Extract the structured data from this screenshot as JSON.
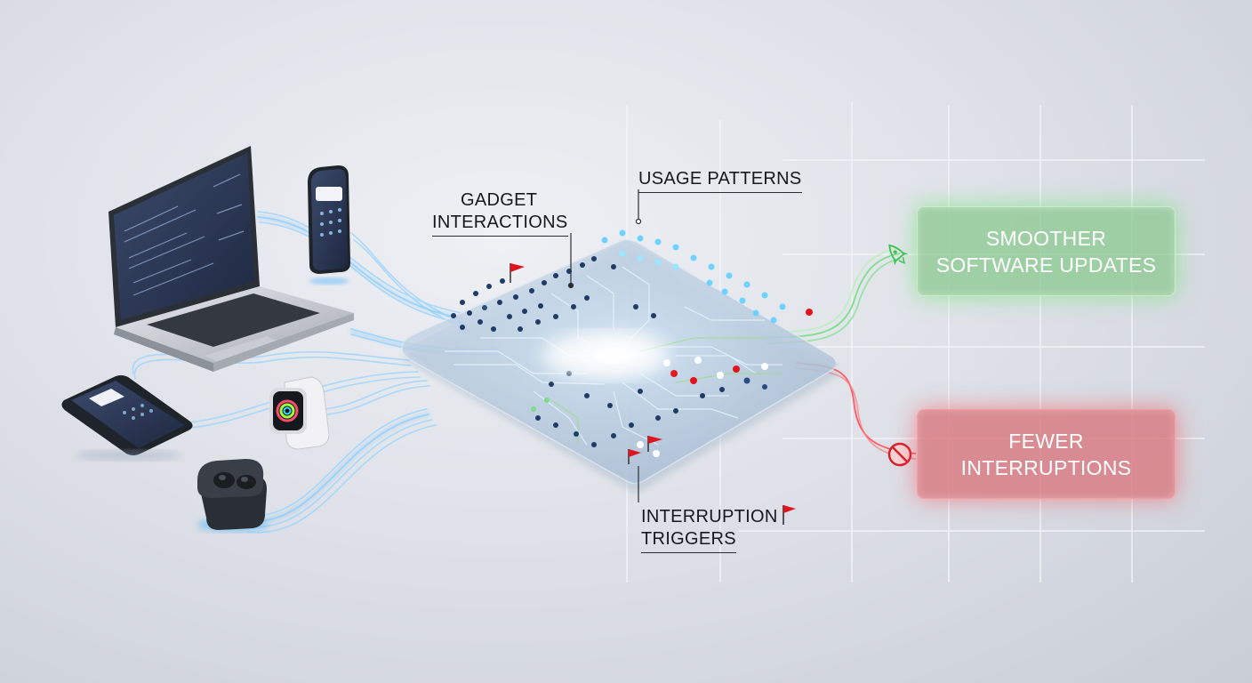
{
  "labels": {
    "gadget_line1": "GADGET",
    "gadget_line2": "INTERACTIONS",
    "usage": "USAGE PATTERNS",
    "interruption_line1": "INTERRUPTION",
    "interruption_line2": "TRIGGERS"
  },
  "outcomes": {
    "smoother_line1": "SMOOTHER",
    "smoother_line2": "SOFTWARE UPDATES",
    "fewer_line1": "FEWER",
    "fewer_line2": "INTERRUPTIONS"
  },
  "icons": {
    "smoother": "rocket-icon",
    "fewer": "prohibited-icon",
    "trigger": "red-flag-icon"
  },
  "colors": {
    "positive": "#7fe08a",
    "negative": "#ff5a62",
    "data_stream": "#7ec8ff",
    "flag": "#e0141e"
  }
}
